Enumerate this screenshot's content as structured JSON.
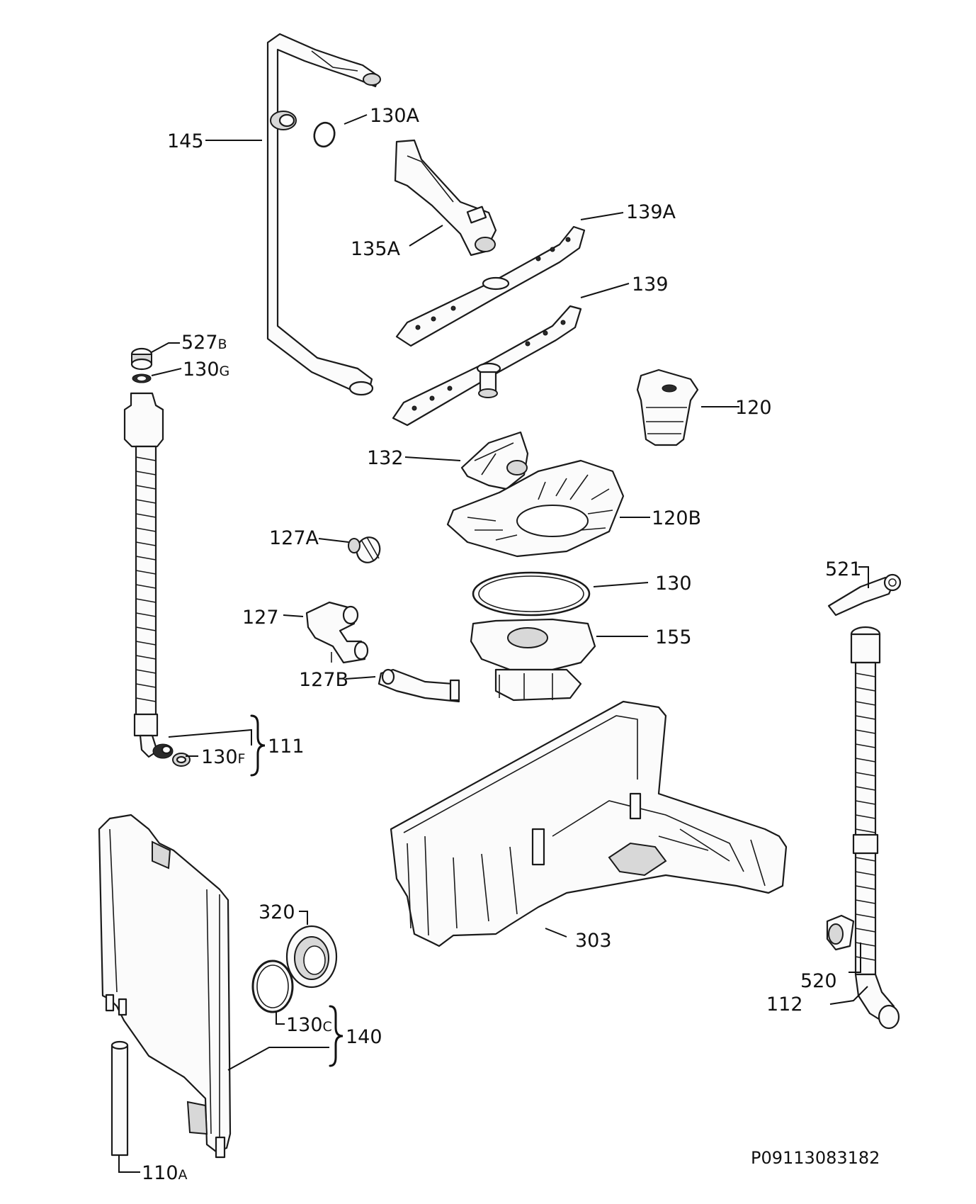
{
  "diagram_code": "P09113083182",
  "labels": {
    "p145": "145",
    "p130A": "130A",
    "p139A": "139A",
    "p135A": "135A",
    "p139": "139",
    "p527B_num": "527",
    "p527B_suf": "B",
    "p130G_num": "130",
    "p130G_suf": "G",
    "p120": "120",
    "p132": "132",
    "p120B": "120B",
    "p127A": "127A",
    "p130": "130",
    "p521": "521",
    "p127": "127",
    "p155": "155",
    "p127B": "127B",
    "p111": "111",
    "p130F_num": "130",
    "p130F_suf": "F",
    "p320": "320",
    "p303": "303",
    "p520": "520",
    "p112": "112",
    "p130C_num": "130",
    "p130C_suf": "C",
    "p140": "140",
    "p110A_num": "110",
    "p110A_suf": "A"
  }
}
